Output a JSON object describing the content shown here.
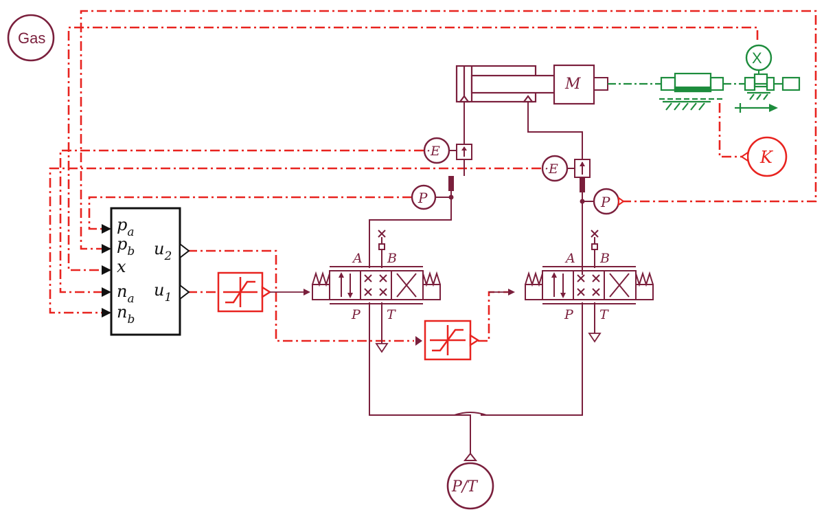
{
  "colors": {
    "hydraulic": "#7a1f3c",
    "signal": "#e8231f",
    "mechanical": "#1c8c3c",
    "controller": "#111111"
  },
  "labels": {
    "gas": "Gas",
    "motor": "M",
    "sensor_k": "K",
    "sensor_x": "X",
    "pressure_a": "P",
    "pressure_b": "P",
    "flow_a": "·E",
    "flow_b": "·E",
    "supply": "P/T"
  },
  "controller": {
    "inputs": [
      {
        "base": "p",
        "sub": "a"
      },
      {
        "base": "p",
        "sub": "b"
      },
      {
        "base": "x",
        "sub": ""
      },
      {
        "base": "n",
        "sub": "a"
      },
      {
        "base": "n",
        "sub": "b"
      }
    ],
    "outputs": [
      {
        "base": "u",
        "sub": "2"
      },
      {
        "base": "u",
        "sub": "1"
      }
    ]
  },
  "valves": [
    {
      "A": "A",
      "B": "B",
      "P": "P",
      "T": "T"
    },
    {
      "A": "A",
      "B": "B",
      "P": "P",
      "T": "T"
    }
  ]
}
